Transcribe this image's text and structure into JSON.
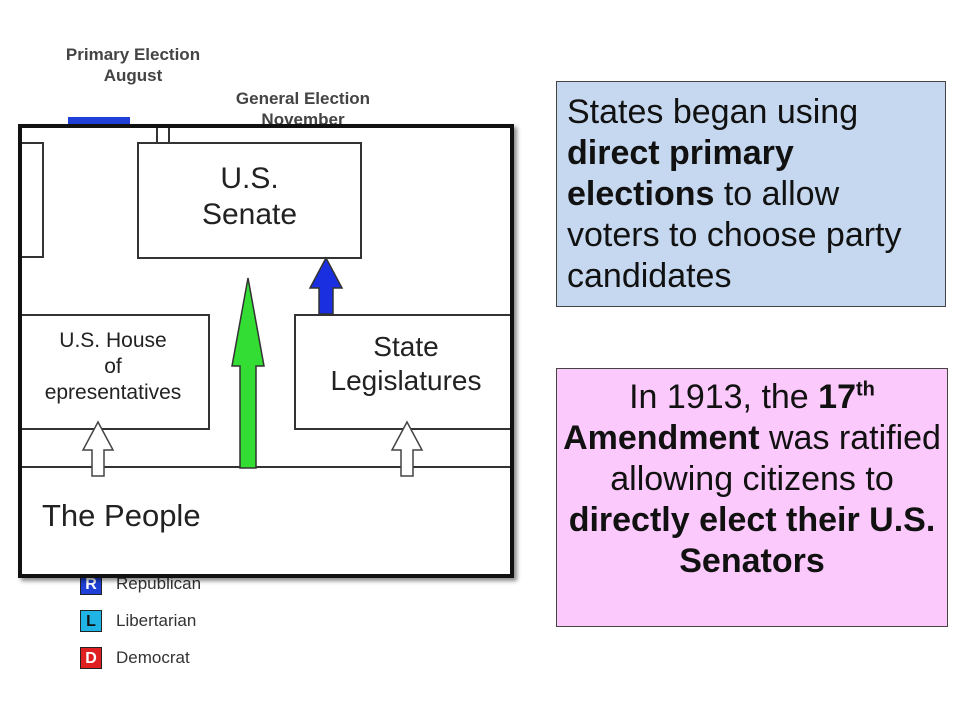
{
  "background": {
    "primary_election": {
      "line1": "Primary Election",
      "line2": "August"
    },
    "general_election": {
      "line1": "General Election",
      "line2": "November"
    },
    "legend": [
      {
        "letter": "R",
        "label": "Republican",
        "color": "#1f3fd6"
      },
      {
        "letter": "L",
        "label": "Libertarian",
        "color": "#1fb3e6"
      },
      {
        "letter": "D",
        "label": "Democrat",
        "color": "#e02020"
      }
    ]
  },
  "diagram": {
    "senate": {
      "line1": "U.S.",
      "line2": "Senate"
    },
    "house": {
      "line1": "U.S. House",
      "line2": "of",
      "line3": "epresentatives"
    },
    "state_legislatures": {
      "line1": "State",
      "line2": "Legislatures"
    },
    "people": "The People",
    "colors": {
      "green_arrow": "#33dd33",
      "blue_arrow": "#1a2fe0"
    }
  },
  "callout_top": {
    "parts": [
      "States began using ",
      "direct primary elections",
      " to allow voters to choose party candidates"
    ],
    "background": "#c5d8ef"
  },
  "callout_bottom": {
    "part1": "In 1913, the ",
    "ordinal_number": "17",
    "ordinal_suffix": "th",
    "part2": " Amendment",
    "part3": " was ratified allowing citizens to ",
    "part4": "directly elect their U.S. Senators",
    "background": "#fbc9fb"
  }
}
